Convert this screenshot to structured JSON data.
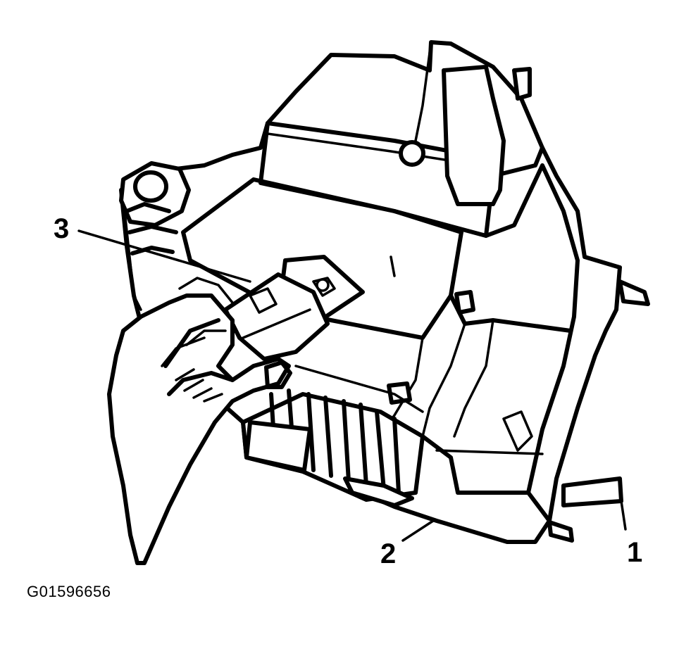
{
  "figure": {
    "id_label": "G01596656"
  },
  "callouts": [
    {
      "number": "1"
    },
    {
      "number": "2"
    },
    {
      "number": "3"
    }
  ],
  "colors": {
    "ink": "#000000",
    "paper": "#ffffff"
  }
}
